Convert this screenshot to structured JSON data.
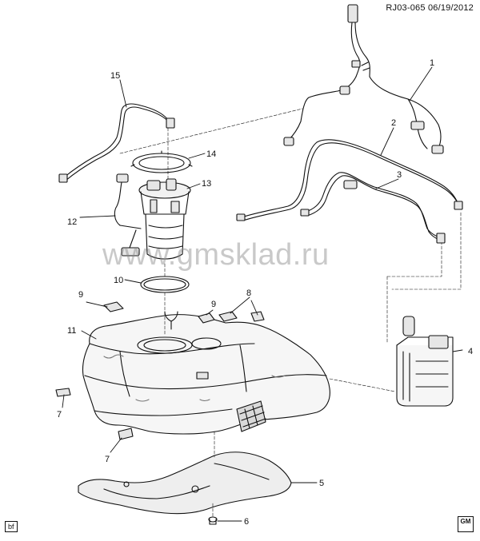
{
  "header": {
    "ref": "RJ03-065",
    "date": "06/19/2012"
  },
  "watermark": "www.gmsklad.ru",
  "corner_left": "bf",
  "logo": {
    "line1": "GM",
    "line2": ""
  },
  "callouts": [
    "1",
    "2",
    "3",
    "4",
    "5",
    "6",
    "7",
    "7",
    "8",
    "9",
    "9",
    "10",
    "11",
    "12",
    "13",
    "14",
    "15"
  ]
}
